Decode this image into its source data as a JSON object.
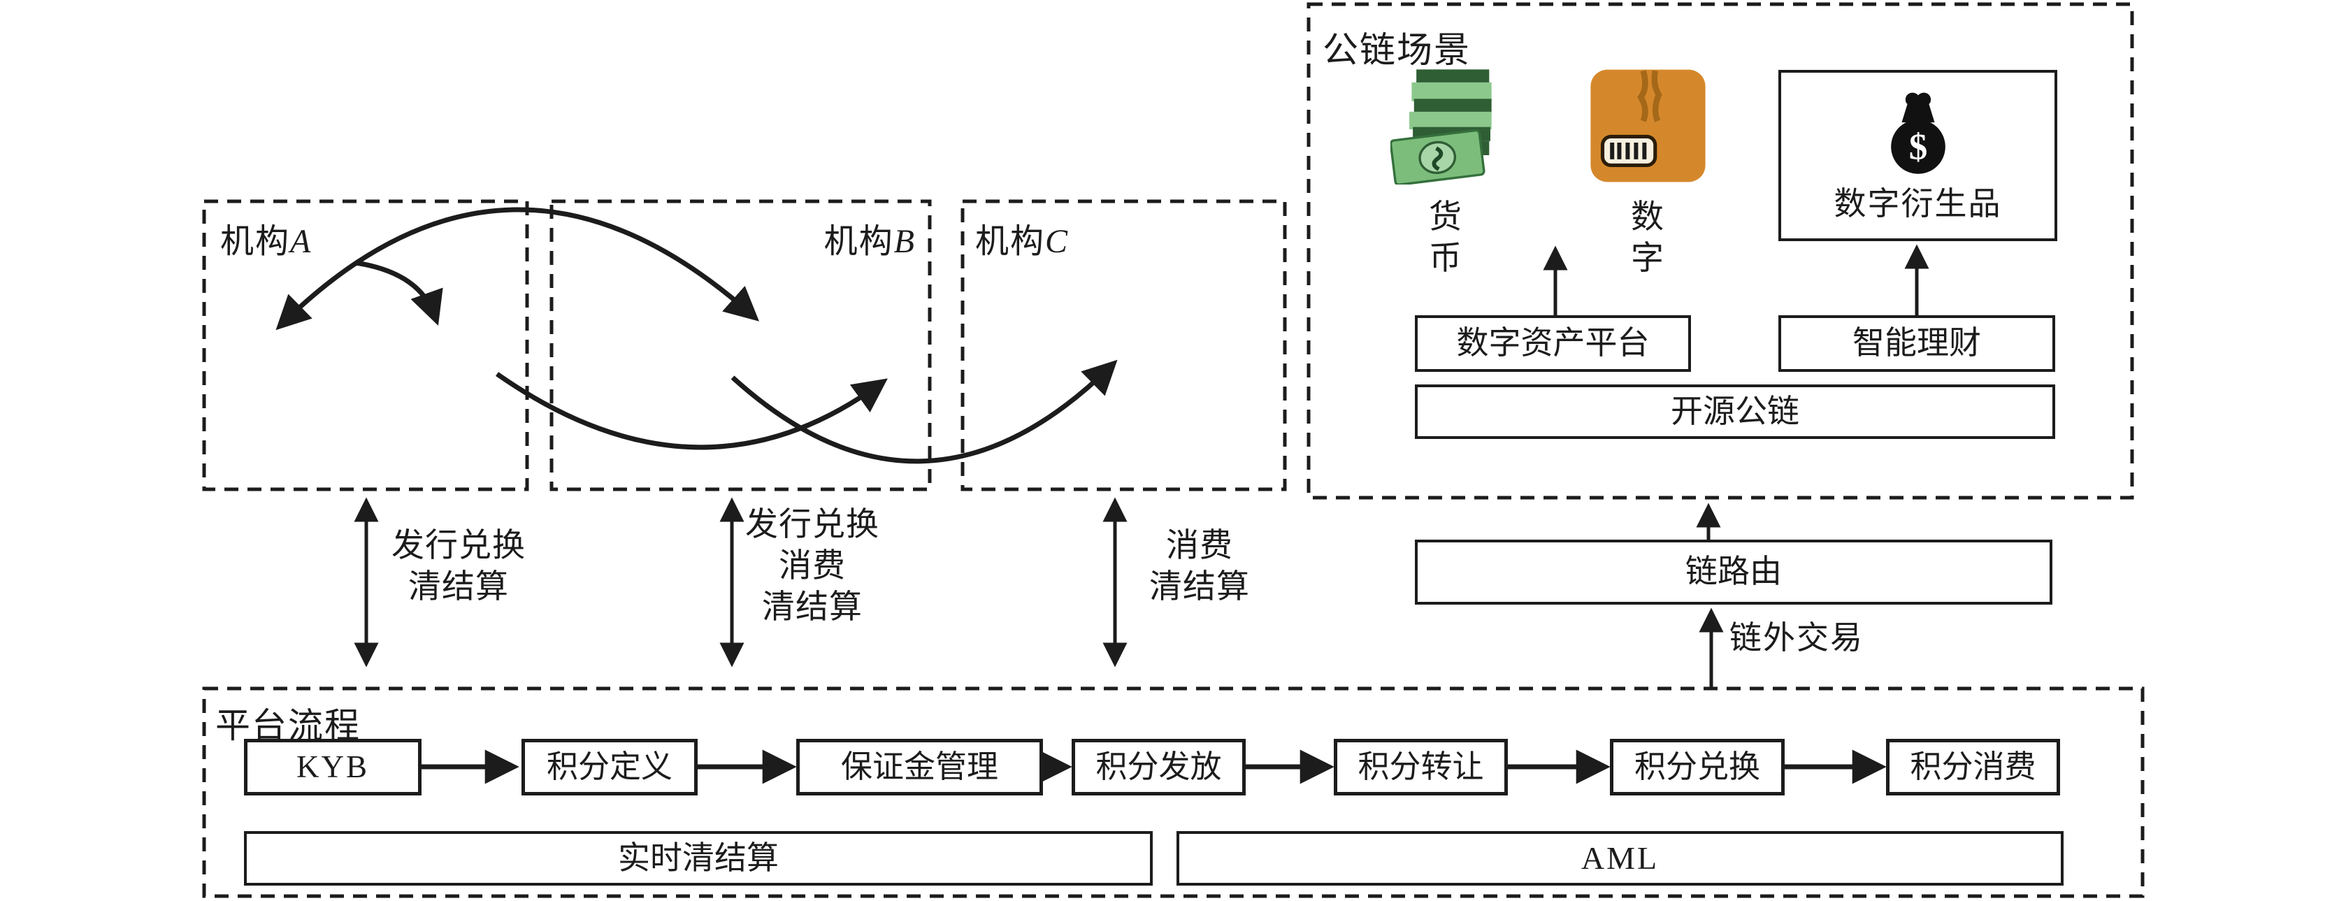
{
  "colors": {
    "ink": "#1c1c1c",
    "money_green_light": "#8cc88c",
    "money_green_dark": "#2f5e35",
    "package_orange": "#d5882b",
    "bag_black": "#111111"
  },
  "icons": {
    "currency_icon": "money-stack-icon",
    "digital_icon": "package-icon",
    "derivatives_icon": "money-bag-icon"
  },
  "institutions": {
    "a": {
      "prefix": "机构",
      "letter": "A"
    },
    "b": {
      "prefix": "机构",
      "letter": "B"
    },
    "c": {
      "prefix": "机构",
      "letter": "C"
    }
  },
  "settlement": {
    "a": "发行兑换\n清结算",
    "b": "发行兑换\n消费\n清结算",
    "c": "消费\n清结算"
  },
  "public_chain": {
    "title": "公链场景",
    "currency": "货\n币",
    "digital": "数\n字",
    "derivatives": "数字衍生品",
    "dollar": "$",
    "asset_platform": "数字资产平台",
    "smart_wealth": "智能理财",
    "open_chain": "开源公链"
  },
  "router": {
    "label": "链路由",
    "offchain": "链外交易"
  },
  "platform": {
    "title": "平台流程",
    "flow": [
      "KYB",
      "积分定义",
      "保证金管理",
      "积分发放",
      "积分转让",
      "积分兑换",
      "积分消费"
    ],
    "realtime": "实时清结算",
    "aml": "AML"
  }
}
